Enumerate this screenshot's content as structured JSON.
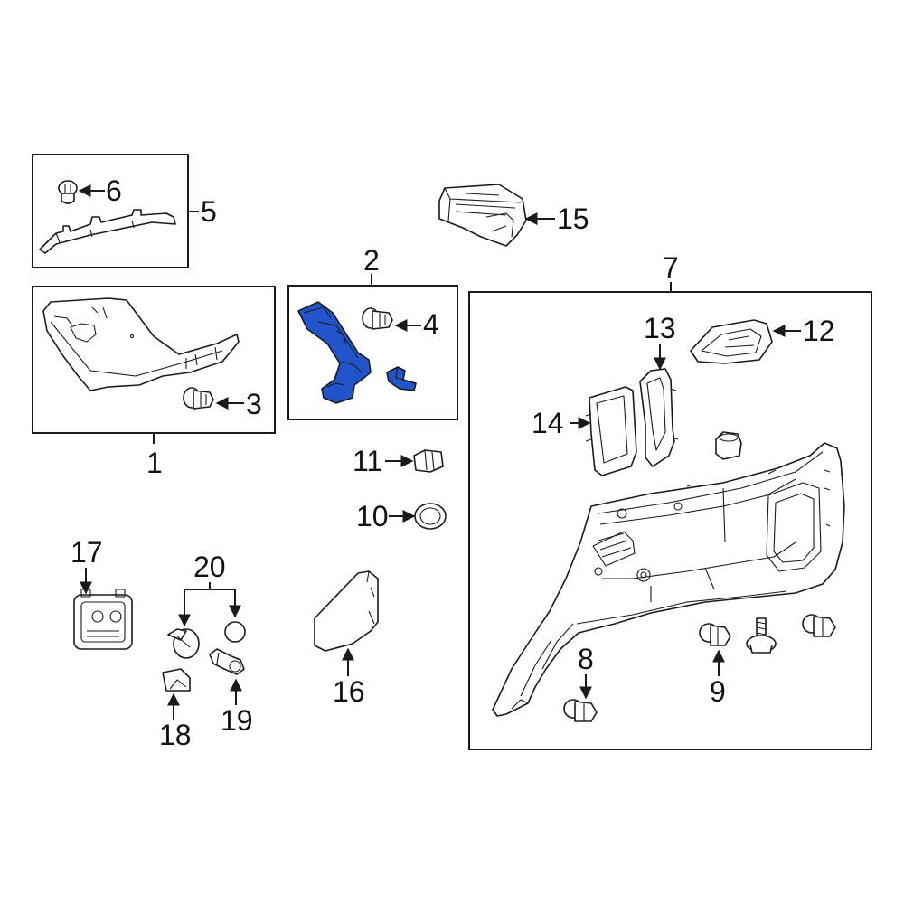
{
  "colors": {
    "highlight": "#2255cc",
    "line": "#1a1a1a",
    "background": "#ffffff"
  },
  "callouts": {
    "c1": "1",
    "c2": "2",
    "c3": "3",
    "c4": "4",
    "c5": "5",
    "c6": "6",
    "c7": "7",
    "c8": "8",
    "c9": "9",
    "c10": "10",
    "c11": "11",
    "c12": "12",
    "c13": "13",
    "c14": "14",
    "c15": "15",
    "c16": "16",
    "c17": "17",
    "c18": "18",
    "c19": "19",
    "c20": "20"
  }
}
